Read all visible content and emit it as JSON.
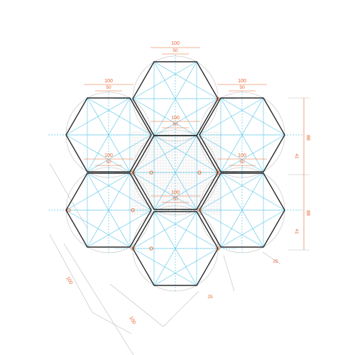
{
  "drawing": {
    "accent_color": "#e8632f",
    "line_color": "#2b2b2b",
    "guide_color": "#58c6e6",
    "construction_color": "#bdbdbd",
    "dimensions": {
      "hex_width": "100",
      "half_width": "50",
      "right_height_a": "88",
      "right_height_b": "88",
      "right_sub_a": "41",
      "right_sub_b": "41",
      "diagonal_a": "100",
      "diagonal_b": "100",
      "small_a": "25",
      "small_b": "25"
    }
  }
}
